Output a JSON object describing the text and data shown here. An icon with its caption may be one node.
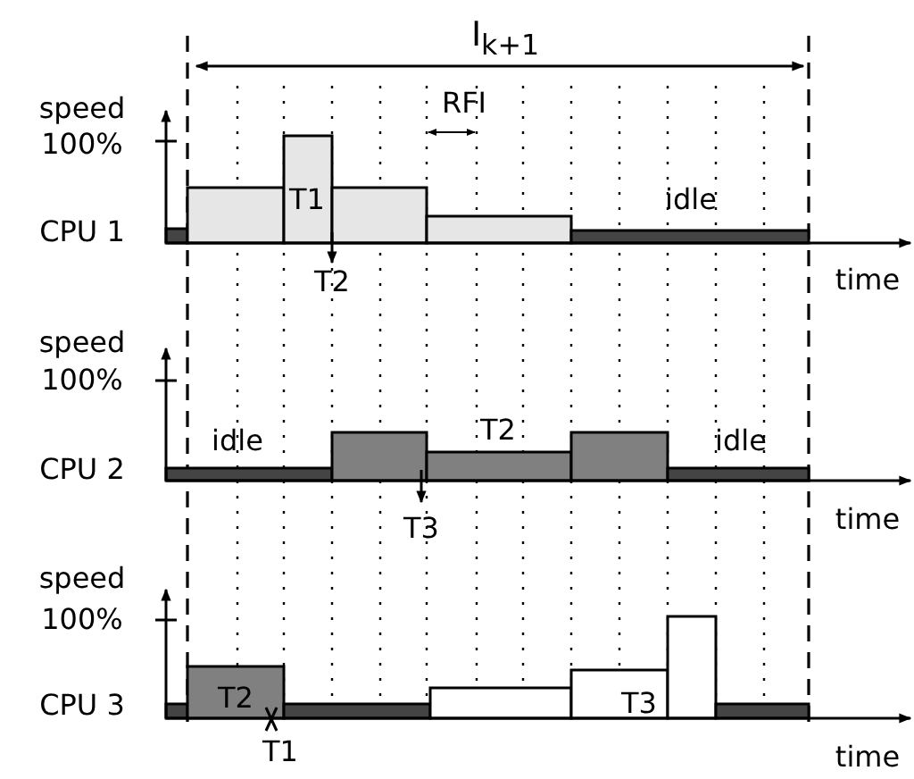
{
  "diagram": {
    "labels": [
      "I$_{k+1}$",
      "speed",
      "RFI",
      "100%",
      "idle",
      "T1",
      "CPU 1",
      "T2",
      "time",
      "speed",
      "100%",
      "T2",
      "idle",
      "idle",
      "CPU 2",
      "T3",
      "time",
      "speed",
      "100%",
      "T2",
      "T3",
      "CPU 3",
      "T1",
      "time"
    ]
  }
}
